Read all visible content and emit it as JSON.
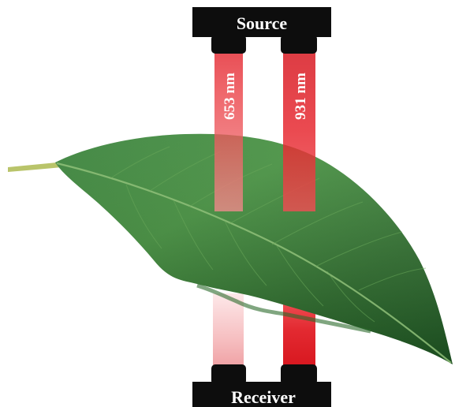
{
  "source": {
    "label": "Source"
  },
  "receiver": {
    "label": "Receiver"
  },
  "beams": [
    {
      "wavelength": "653 nm",
      "color": "#e8202a"
    },
    {
      "wavelength": "931 nm",
      "color": "#e3141c"
    }
  ],
  "colors": {
    "housing": "#0d0d0d",
    "leaf_dark": "#1f5a24",
    "leaf_mid": "#2f7a30",
    "leaf_light": "#4a9a3c",
    "petiole": "#b9c46a"
  }
}
